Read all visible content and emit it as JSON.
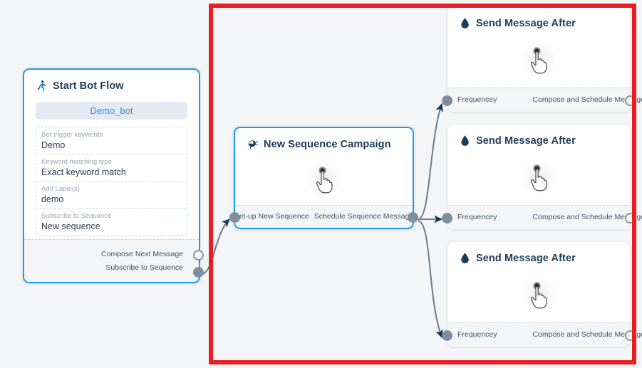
{
  "canvas": {
    "background_color": "#f4f5f7",
    "selection_frame_color": "#ec1c24"
  },
  "nodes": [
    {
      "id": "start-bot-flow",
      "title": "Start Bot Flow",
      "icon": "running-person-icon",
      "selected": true,
      "accent_color": "#1b9bf0",
      "bot_pill": "Demo_bot",
      "fields": [
        {
          "label": "Bot trigger keywords",
          "value": "Demo"
        },
        {
          "label": "Keyword matching type",
          "value": "Exact keyword match"
        },
        {
          "label": "Add Label(s)",
          "value": "demo"
        },
        {
          "label": "Subscribe to Sequence",
          "value": "New sequence"
        }
      ],
      "ports": [
        {
          "label": "Compose Next Message",
          "style": "hollow",
          "side": "right"
        },
        {
          "label": "Subscribe to Sequence",
          "style": "filled",
          "side": "right"
        }
      ]
    },
    {
      "id": "new-sequence-campaign",
      "title": "New Sequence Campaign",
      "icon": "megaphone-icon",
      "selected": true,
      "accent_color": "#1b9bf0",
      "body_icon": "pointing-hand-cursor-icon",
      "ports": [
        {
          "label": "Set-up New Sequence",
          "style": "filled",
          "side": "left"
        },
        {
          "label": "Schedule Sequence Message",
          "style": "filled",
          "side": "right"
        }
      ]
    },
    {
      "id": "send-message-after-1",
      "title": "Send Message After",
      "icon": "water-drop-icon",
      "selected": false,
      "body_icon": "pointing-hand-cursor-icon",
      "ports": [
        {
          "label": "Frequencey",
          "style": "filled",
          "side": "left"
        },
        {
          "label": "Compose and Schedule Message",
          "style": "hollow",
          "side": "right"
        }
      ]
    },
    {
      "id": "send-message-after-2",
      "title": "Send Message After",
      "icon": "water-drop-icon",
      "selected": false,
      "body_icon": "pointing-hand-cursor-icon",
      "ports": [
        {
          "label": "Frequencey",
          "style": "filled",
          "side": "left"
        },
        {
          "label": "Compose and Schedule Message",
          "style": "hollow",
          "side": "right"
        }
      ]
    },
    {
      "id": "send-message-after-3",
      "title": "Send Message After",
      "icon": "water-drop-icon",
      "selected": false,
      "body_icon": "pointing-hand-cursor-icon",
      "ports": [
        {
          "label": "Frequencey",
          "style": "filled",
          "side": "left"
        },
        {
          "label": "Compose and Schedule Message",
          "style": "hollow",
          "side": "right"
        }
      ]
    }
  ],
  "edge_color": "#6b7b8c",
  "arrow_color": "#13395c"
}
